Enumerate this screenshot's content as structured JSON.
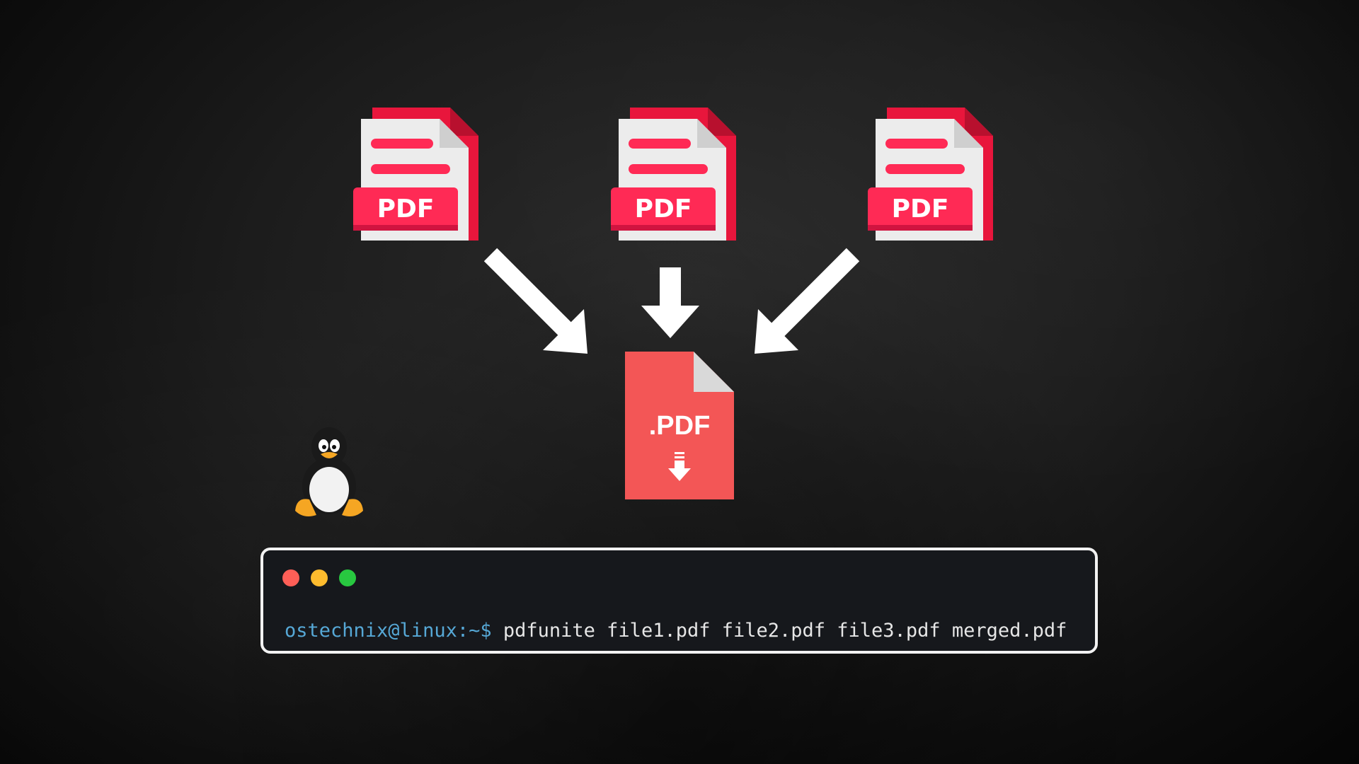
{
  "source_files": [
    {
      "badge": "PDF"
    },
    {
      "badge": "PDF"
    },
    {
      "badge": "PDF"
    }
  ],
  "merged_file": {
    "label": ".PDF"
  },
  "terminal": {
    "prompt": "ostechnix@linux:~$",
    "command": "pdfunite file1.pdf file2.pdf file3.pdf merged.pdf",
    "window_dots": [
      "close",
      "minimize",
      "maximize"
    ]
  },
  "icons": [
    "pdf-file-icon",
    "arrow-icon",
    "pdf-download-icon",
    "tux-penguin-icon"
  ],
  "colors": {
    "pdf_red": "#ff2a55",
    "merged_red": "#f35656",
    "prompt_blue": "#56a8d6",
    "dot_red": "#ff5f57",
    "dot_yellow": "#febc2e",
    "dot_green": "#28c840"
  }
}
